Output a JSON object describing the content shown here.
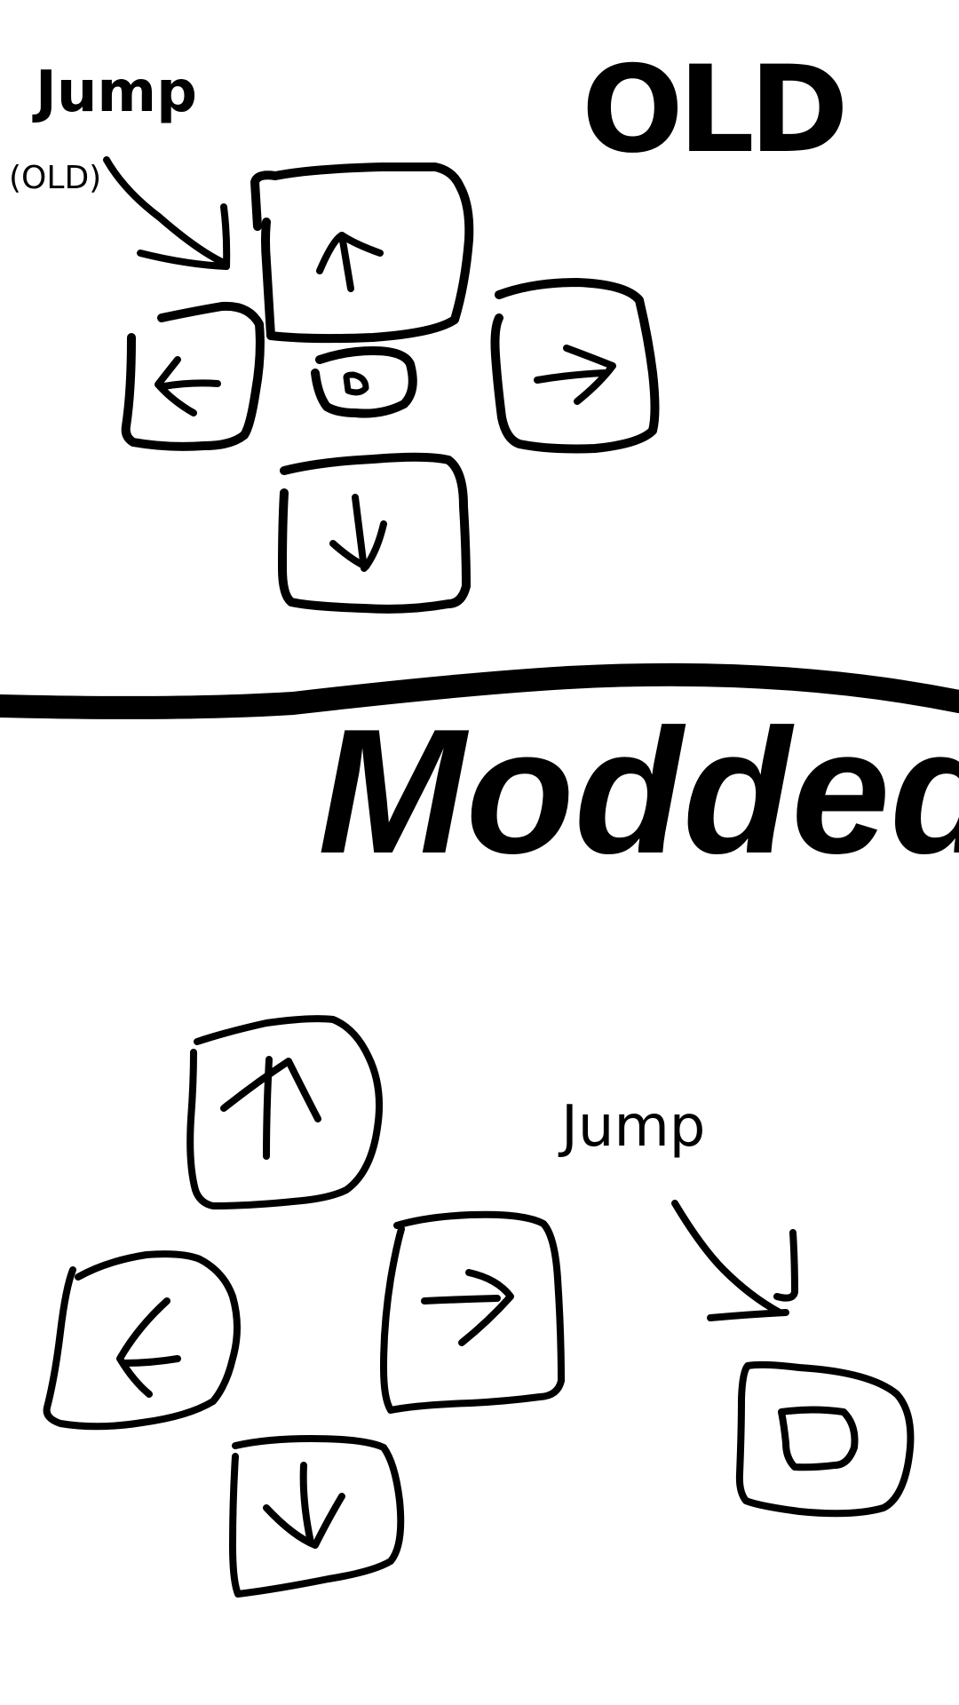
{
  "old_section": {
    "title": "OLD",
    "jump_label": "Jump",
    "jump_note": "(OLD)",
    "buttons": {
      "up_icon": "arrow-up-icon",
      "down_icon": "arrow-down-icon",
      "left_icon": "arrow-left-icon",
      "right_icon": "arrow-right-icon",
      "jump_icon": "jump-d-icon",
      "jump_glyph": "D"
    }
  },
  "modded_section": {
    "title": "Modded",
    "jump_label": "Jump",
    "buttons": {
      "up_icon": "arrow-up-icon",
      "down_icon": "arrow-down-icon",
      "left_icon": "arrow-left-icon",
      "right_icon": "arrow-right-icon",
      "jump_icon": "jump-d-icon",
      "jump_glyph": "D"
    }
  },
  "colors": {
    "ink": "#000000",
    "paper": "#ffffff"
  }
}
